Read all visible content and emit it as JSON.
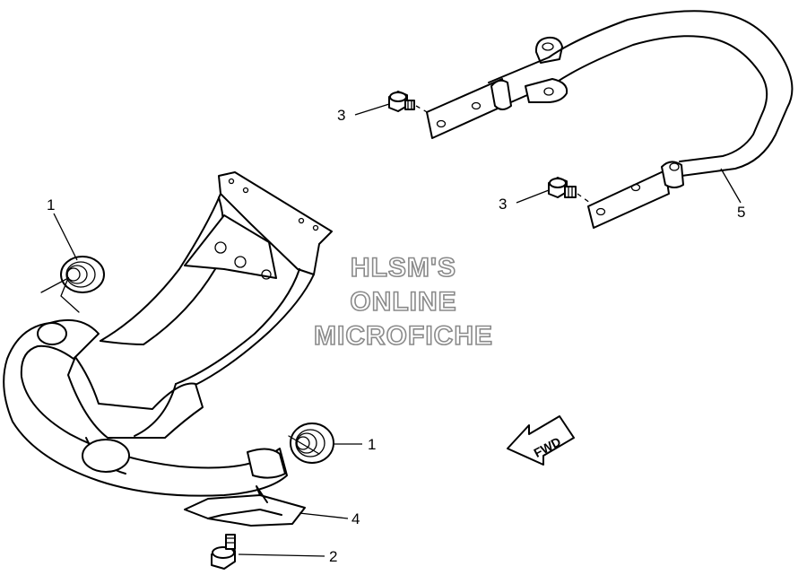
{
  "callouts": {
    "front_guard_bushing_left": "1",
    "front_guard_bushing_right": "1",
    "bolt_lower": "2",
    "bolt_upper_left": "3",
    "bolt_upper_right": "3",
    "skid_plate": "4",
    "rear_guard": "5"
  },
  "watermark": {
    "line1": "HLSM'S",
    "line2": "ONLINE",
    "line3": "MICROFICHE"
  },
  "direction_arrow": {
    "label": "FWD",
    "icon": "arrow-left-icon"
  },
  "colors": {
    "line": "#000000",
    "watermark_outline": "#8a8a8a",
    "background": "#ffffff"
  }
}
